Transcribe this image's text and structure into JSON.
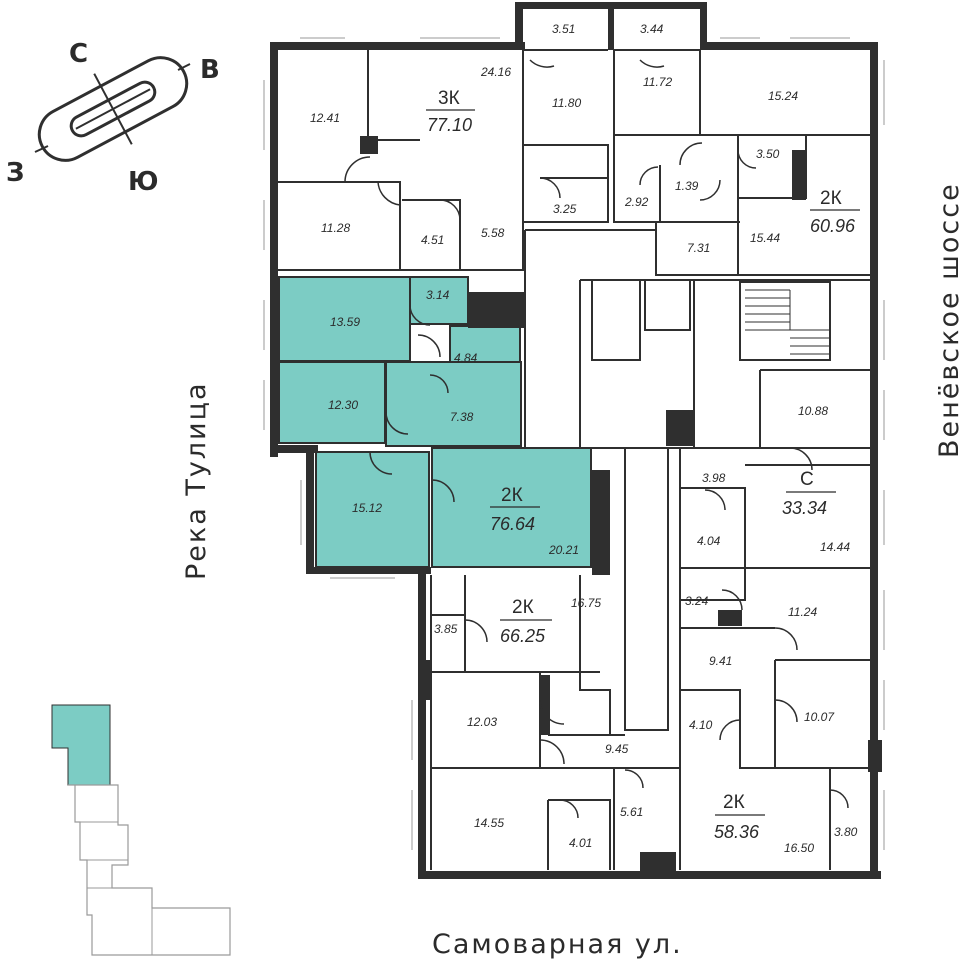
{
  "compass": {
    "north": "С",
    "east": "В",
    "south": "Ю",
    "west": "З"
  },
  "streets": {
    "left": "Река Тулица",
    "right": "Венёвское шоссе",
    "bottom": "Самоварная ул."
  },
  "colors": {
    "selected": "#7cccc4",
    "walls": "#2f2f2f",
    "background": "#ffffff"
  },
  "apartments": {
    "apt_3k": {
      "type": "3К",
      "area": "77.10"
    },
    "apt_2k_ne": {
      "type": "2К",
      "area": "60.96"
    },
    "apt_selected": {
      "type": "2К",
      "area": "76.64"
    },
    "apt_studio": {
      "type": "С",
      "area": "33.34"
    },
    "apt_2k_center": {
      "type": "2К",
      "area": "66.25"
    },
    "apt_2k_se": {
      "type": "2К",
      "area": "58.36"
    }
  },
  "rooms": {
    "r_3_51": "3.51",
    "r_3_44": "3.44",
    "r_24_16": "24.16",
    "r_11_72": "11.72",
    "r_15_24": "15.24",
    "r_12_41": "12.41",
    "r_11_80": "11.80",
    "r_3_50": "3.50",
    "r_3_25": "3.25",
    "r_2_92": "2.92",
    "r_1_39": "1.39",
    "r_11_28": "11.28",
    "r_4_51": "4.51",
    "r_5_58": "5.58",
    "r_7_31": "7.31",
    "r_15_44": "15.44",
    "r_13_59": "13.59",
    "r_3_14": "3.14",
    "r_4_84": "4.84",
    "r_12_30": "12.30",
    "r_7_38": "7.38",
    "r_10_88": "10.88",
    "r_3_98": "3.98",
    "r_15_12": "15.12",
    "r_20_21": "20.21",
    "r_4_04": "4.04",
    "r_14_44": "14.44",
    "r_16_75": "16.75",
    "r_3_85": "3.85",
    "r_3_24": "3.24",
    "r_11_24": "11.24",
    "r_9_41": "9.41",
    "r_12_03": "12.03",
    "r_4_10": "4.10",
    "r_10_07": "10.07",
    "r_9_45": "9.45",
    "r_14_55": "14.55",
    "r_5_61": "5.61",
    "r_4_01": "4.01",
    "r_16_50": "16.50",
    "r_3_80": "3.80"
  }
}
